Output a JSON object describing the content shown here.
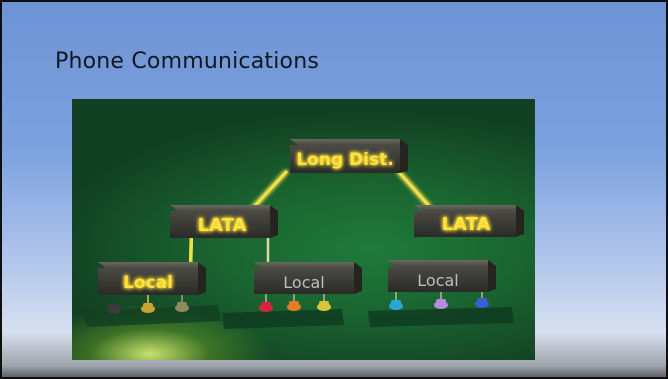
{
  "slide": {
    "title": "Phone Communications"
  },
  "diagram": {
    "top_node": {
      "label": "Long Dist.",
      "glow": true
    },
    "lata_nodes": [
      {
        "label": "LATA",
        "glow": true
      },
      {
        "label": "LATA",
        "glow": true
      }
    ],
    "local_nodes": [
      {
        "label": "Local",
        "glow": true
      },
      {
        "label": "Local",
        "glow": false
      },
      {
        "label": "Local",
        "glow": false
      }
    ],
    "phone_colors": [
      [
        "#3b3b3b",
        "#c9a32a",
        "#8c8c5a"
      ],
      [
        "#d8233c",
        "#e27d25",
        "#d8c53a"
      ],
      [
        "#28a6d6",
        "#b58be0",
        "#3c5ed6"
      ]
    ],
    "colors": {
      "glow_text": "#ffe23a",
      "glow_line": "#f3e04a",
      "dim_text": "#bdbdbd",
      "dim_line": "#d9d9a6",
      "box": "#3a3a36"
    }
  }
}
